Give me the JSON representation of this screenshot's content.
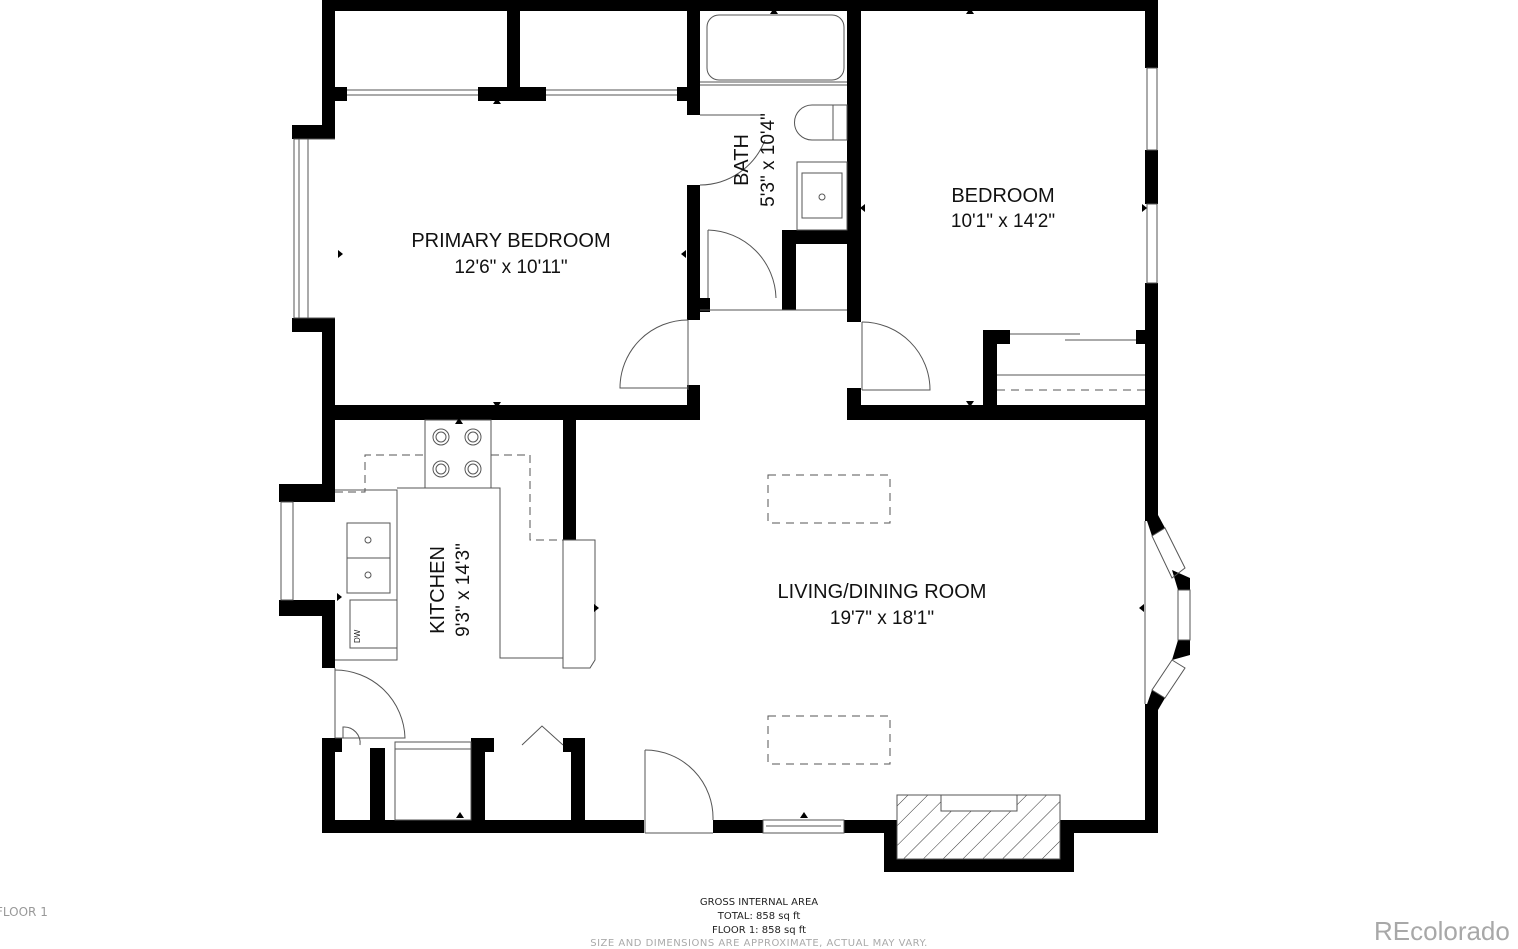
{
  "rooms": {
    "primary_bedroom": {
      "name": "PRIMARY BEDROOM",
      "dims": "12'6\" x 10'11\""
    },
    "bath": {
      "name": "BATH",
      "dims": "5'3\" x 10'4\""
    },
    "bedroom": {
      "name": "BEDROOM",
      "dims": "10'1\" x 14'2\""
    },
    "kitchen": {
      "name": "KITCHEN",
      "dims": "9'3\" x 14'3\""
    },
    "living_dining": {
      "name": "LIVING/DINING ROOM",
      "dims": "19'7\" x 18'1\""
    }
  },
  "appliances": {
    "dishwasher": "DW"
  },
  "footer": {
    "title": "GROSS INTERNAL AREA",
    "total": "TOTAL: 858 sq ft",
    "floor": "FLOOR 1: 858 sq ft",
    "disclaimer": "SIZE AND DIMENSIONS ARE APPROXIMATE, ACTUAL MAY VARY."
  },
  "floor_label": "FLOOR 1",
  "brand": "REcolorado",
  "colors": {
    "wall": "#000000",
    "line": "#555555",
    "background": "#ffffff",
    "brand": "#a8a8a8"
  }
}
